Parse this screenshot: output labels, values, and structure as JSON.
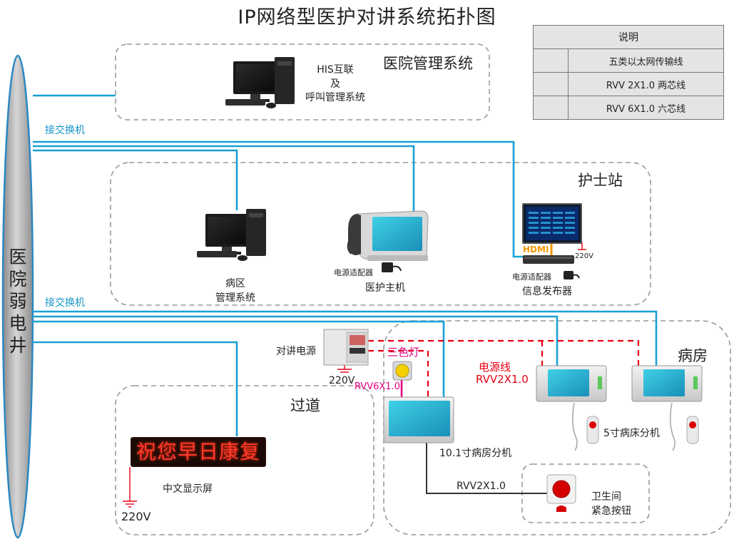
{
  "title": "IP网络型医护对讲系统拓扑图",
  "legend": {
    "header": "说明",
    "items": [
      {
        "label": "五类以太网传输线",
        "color": "#1796c8",
        "style": "solid"
      },
      {
        "label": "RVV 2X1.0 两芯线",
        "color": "#e60012",
        "style": "dashed"
      },
      {
        "label": "RVV 6X1.0 六芯线",
        "color": "#e4007f",
        "style": "solid"
      }
    ]
  },
  "backbone": {
    "label": "医院弱电井"
  },
  "switch_labels": {
    "upper": "接交换机",
    "lower": "接交换机"
  },
  "zones": {
    "hospital_mgmt": {
      "title": "医院管理系统",
      "device_label_1": "HIS互联",
      "device_label_2": "及",
      "device_label_3": "呼叫管理系统"
    },
    "nurse_station": {
      "title": "护士站",
      "ward_pc_label_1": "病区",
      "ward_pc_label_2": "管理系统",
      "host_label": "医护主机",
      "host_adapter_label": "电源适配器",
      "publisher_label": "信息发布器",
      "publisher_adapter_label": "电源适配器",
      "hdmi_label": "HDMI",
      "voltage_label": "220V"
    },
    "corridor": {
      "title": "过道",
      "led_text": "祝您早日康复",
      "led_label": "中文显示屏",
      "voltage_label": "220V"
    },
    "ward": {
      "title": "病房",
      "intercom_power_label": "对讲电源",
      "power_voltage_label": "220V",
      "tricolor_light_label": "三色灯",
      "rvv6_label": "RVV6X1.0",
      "power_line_label_1": "电源线",
      "power_line_label_2": "RVV2X1.0",
      "room_unit_label": "10.1寸病房分机",
      "bed_unit_label": "5寸病床分机",
      "rvv2_label": "RVV2X1.0",
      "restroom_label_1": "卫生间",
      "restroom_label_2": "紧急按钮"
    }
  }
}
